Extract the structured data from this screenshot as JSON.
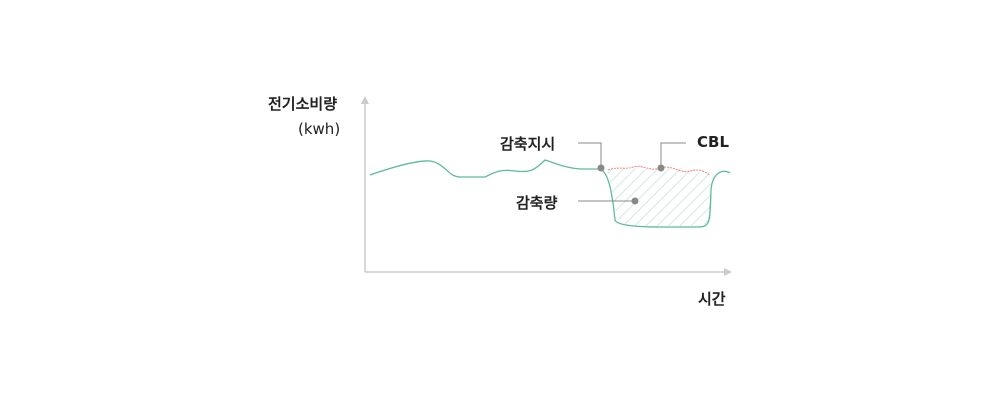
{
  "axis": {
    "y_label_line1": "전기소비량",
    "y_label_line2": "(kwh)",
    "x_label": "시간"
  },
  "annotations": {
    "reduction_order": "감축지시",
    "cbl": "CBL",
    "reduction_amount": "감축량"
  },
  "colors": {
    "usage": "#5fb9a0",
    "cbl": "#f08080",
    "axis": "#cccccc",
    "marker": "#888888",
    "leader": "#888888"
  }
}
